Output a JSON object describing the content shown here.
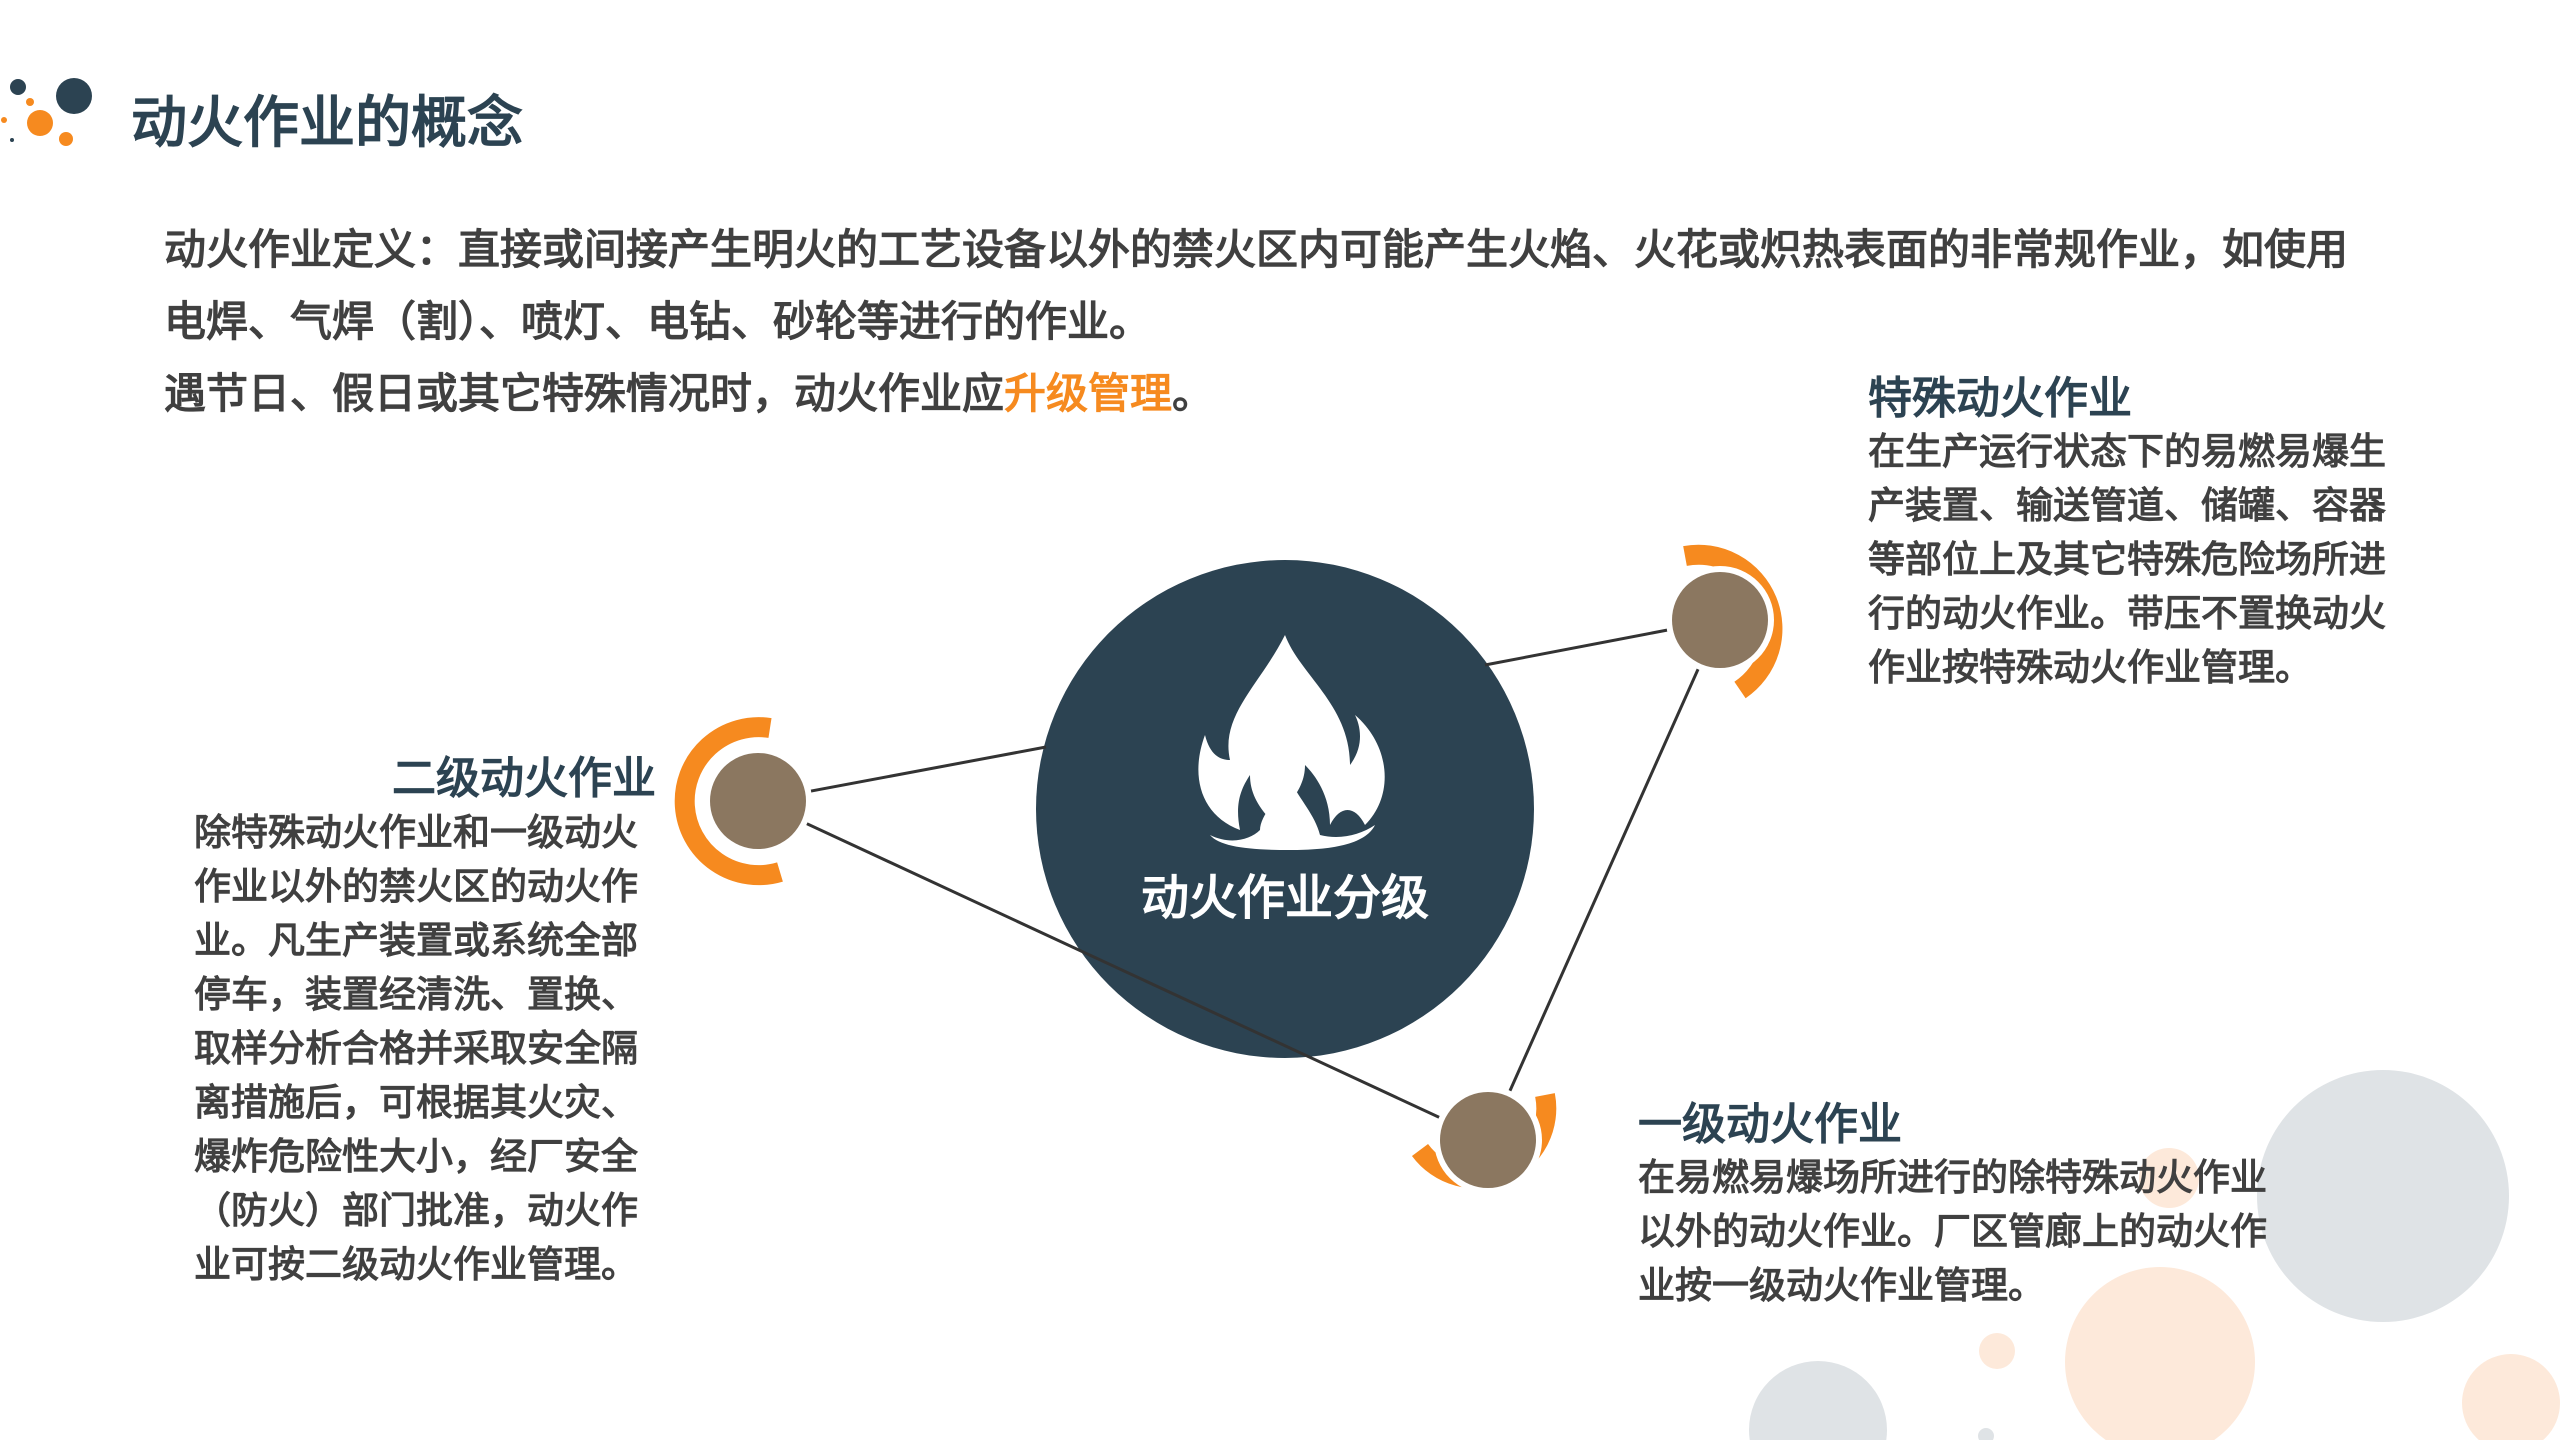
{
  "header": {
    "title": "动火作业的概念"
  },
  "intro": {
    "line1": "动火作业定义：直接或间接产生明火的工艺设备以外的禁火区内可能产生火焰、火花或炽热表面的非常规作业，如使用",
    "line2": "电焊、气焊（割）、喷灯、电钻、砂轮等进行的作业。",
    "line3_prefix": "遇节日、假日或其它特殊情况时，动火作业应",
    "line3_highlight": "升级管理",
    "line3_suffix": "。"
  },
  "center": {
    "label": "动火作业分级",
    "icon": "fire-icon"
  },
  "sections": {
    "special": {
      "title": "特殊动火作业",
      "body": "在生产运行状态下的易燃易爆生产装置、输送管道、储罐、容器等部位上及其它特殊危险场所进行的动火作业。带压不置换动火作业按特殊动火作业管理。"
    },
    "level2": {
      "title": "二级动火作业",
      "body": "除特殊动火作业和一级动火作业以外的禁火区的动火作业。凡生产装置或系统全部停车，装置经清洗、置换、取样分析合格并采取安全隔离措施后，可根据其火灾、爆炸危险性大小，经厂安全（防火）部门批准，动火作业可按二级动火作业管理。"
    },
    "level1": {
      "title": "一级动火作业",
      "body": "在易燃易爆场所进行的除特殊动火作业以外的动火作业。厂区管廊上的动火作业按一级动火作业管理。"
    }
  },
  "colors": {
    "dark": "#2c4352",
    "accent": "#f68a1f",
    "node": "#8b7760",
    "text": "#404040"
  }
}
